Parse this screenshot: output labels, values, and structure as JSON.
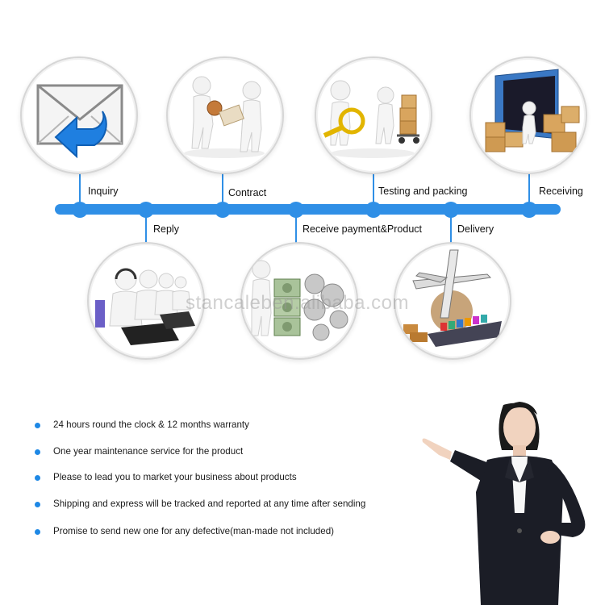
{
  "steps": {
    "inquiry": "Inquiry",
    "contract": "Contract",
    "testing": "Testing and packing",
    "receiving": "Receiving",
    "reply": "Reply",
    "payment": "Receive payment&Product",
    "delivery": "Delivery"
  },
  "watermark": "stancaleben.alibaba.com",
  "bullets": [
    "24 hours round the clock & 12 months warranty",
    "One year maintenance service for the product",
    "Please to lead you to market your business about products",
    "Shipping and express will be tracked and reported at any time after sending",
    "Promise to send new one for any defective(man-made not included)"
  ],
  "colors": {
    "accent": "#2f8fe6",
    "bullet": "#1e88e5"
  }
}
